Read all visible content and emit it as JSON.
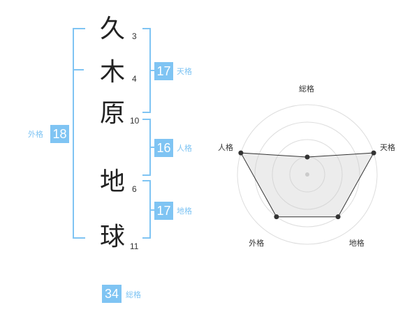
{
  "name": {
    "chars": [
      {
        "char": "久",
        "strokes": "3"
      },
      {
        "char": "木",
        "strokes": "4"
      },
      {
        "char": "原",
        "strokes": "10"
      },
      {
        "char": "地",
        "strokes": "6"
      },
      {
        "char": "球",
        "strokes": "11"
      }
    ]
  },
  "kakusu": {
    "tenkaku": {
      "value": "17",
      "label": "天格"
    },
    "jinkaku": {
      "value": "16",
      "label": "人格"
    },
    "chikaku": {
      "value": "17",
      "label": "地格"
    },
    "gaikaku": {
      "value": "18",
      "label": "外格"
    },
    "soukaku": {
      "value": "34",
      "label": "総格"
    }
  },
  "colors": {
    "accent": "#7fc4f3",
    "label": "#7fc4f3",
    "text": "#222222"
  },
  "chart_data": {
    "type": "radar",
    "axes": [
      "総格",
      "天格",
      "地格",
      "外格",
      "人格"
    ],
    "scale_levels": 4,
    "max": 4,
    "values": [
      1,
      4,
      3,
      3,
      4
    ]
  }
}
